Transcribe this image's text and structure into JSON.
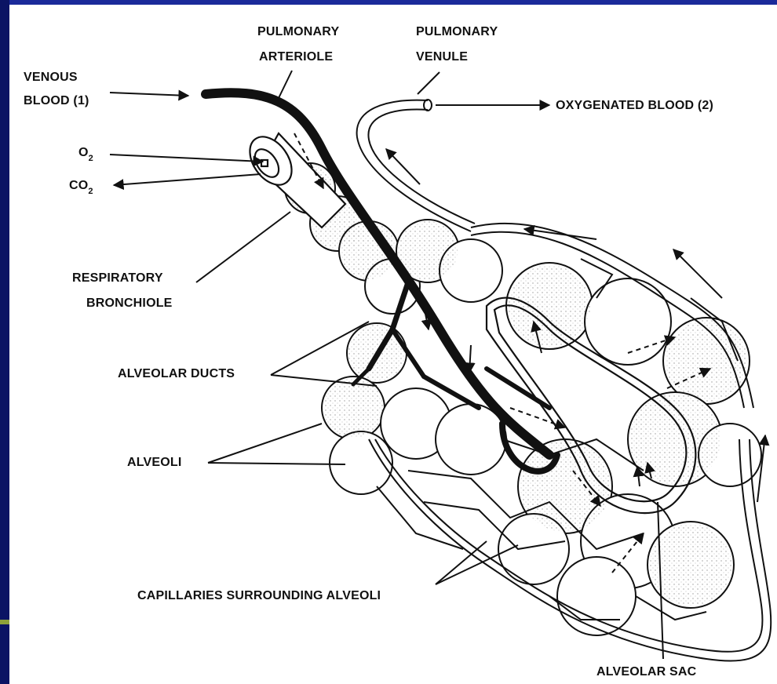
{
  "labels": {
    "pulmonary_arteriole_1": "PULMONARY",
    "pulmonary_arteriole_2": "ARTERIOLE",
    "pulmonary_venule_1": "PULMONARY",
    "pulmonary_venule_2": "VENULE",
    "venous_blood_1": "VENOUS",
    "venous_blood_2": "BLOOD (1)",
    "oxygenated_blood": "OXYGENATED BLOOD (2)",
    "o2": "O",
    "o2_sub": "2",
    "co2": "CO",
    "co2_sub": "2",
    "respiratory_bronchiole_1": "RESPIRATORY",
    "respiratory_bronchiole_2": "BRONCHIOLE",
    "alveolar_ducts": "ALVEOLAR DUCTS",
    "alveoli": "ALVEOLI",
    "capillaries": "CAPILLARIES SURROUNDING ALVEOLI",
    "alveolar_sac": "ALVEOLAR SAC"
  },
  "colors": {
    "background": "#0d1a7a",
    "panel": "#ffffff",
    "ink": "#111111"
  }
}
